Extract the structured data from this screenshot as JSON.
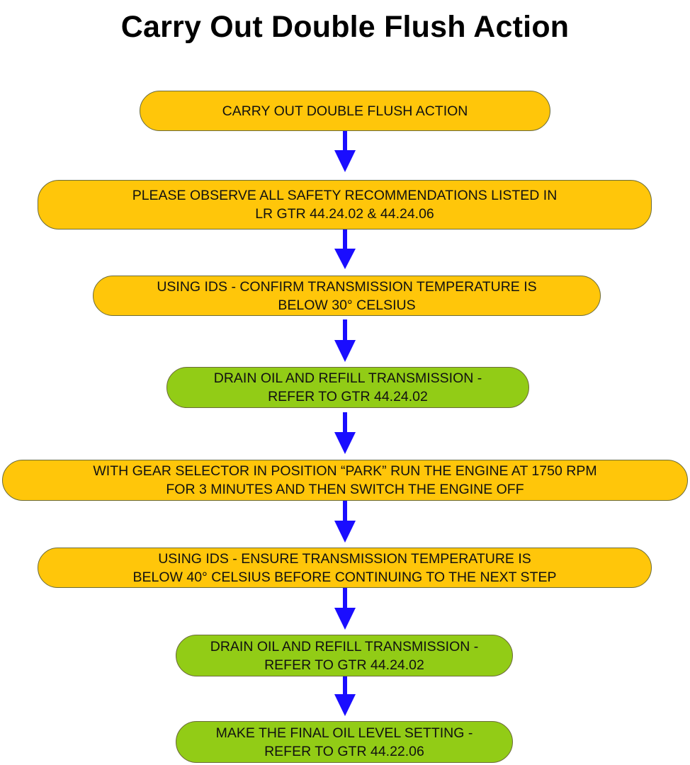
{
  "title": "Carry Out Double Flush Action",
  "colors": {
    "yellow_step": "#ffc60a",
    "green_step": "#92cc16",
    "arrow": "#1a0dff"
  },
  "steps": [
    {
      "text": "CARRY OUT DOUBLE FLUSH ACTION",
      "color": "yellow"
    },
    {
      "text": "PLEASE OBSERVE ALL SAFETY RECOMMENDATIONS LISTED IN\nLR GTR 44.24.02 & 44.24.06",
      "color": "yellow"
    },
    {
      "text": "USING IDS - CONFIRM TRANSMISSION TEMPERATURE IS\nBELOW 30° CELSIUS",
      "color": "yellow"
    },
    {
      "text": "DRAIN OIL AND REFILL TRANSMISSION -\nREFER TO  GTR 44.24.02",
      "color": "green"
    },
    {
      "text": "WITH GEAR SELECTOR IN POSITION “PARK” RUN THE ENGINE AT 1750 RPM\nFOR 3 MINUTES AND THEN SWITCH THE ENGINE OFF",
      "color": "yellow"
    },
    {
      "text": "USING IDS - ENSURE TRANSMISSION TEMPERATURE IS\nBELOW 40° CELSIUS BEFORE CONTINUING TO THE NEXT STEP",
      "color": "yellow"
    },
    {
      "text": "DRAIN OIL AND REFILL TRANSMISSION -\nREFER TO  GTR 44.24.02",
      "color": "green"
    },
    {
      "text": "MAKE THE FINAL OIL LEVEL SETTING -\nREFER TO GTR 44.22.06",
      "color": "green"
    }
  ]
}
